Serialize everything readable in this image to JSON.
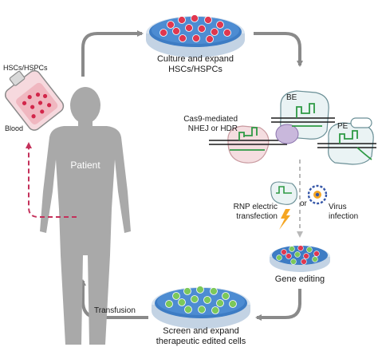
{
  "labels": {
    "culture": [
      "Culture and expand",
      "HSCs/HSPCs"
    ],
    "hscs": "HSCs/HSPCs",
    "blood": "Blood",
    "patient": "Patient",
    "be": "BE",
    "pe": "PE",
    "cas9": [
      "Cas9-mediated",
      "NHEJ or HDR"
    ],
    "rnp": [
      "RNP electric",
      "transfection"
    ],
    "or": "or",
    "virus": [
      "Virus",
      "infection"
    ],
    "gene_editing": "Gene editing",
    "transfusion": "Transfusion",
    "screen": [
      "Screen and expand",
      "therapeutic edited cells"
    ]
  },
  "colors": {
    "dish_blue": "#3d7cc4",
    "dish_rim": "#b8cfe6",
    "cell_red": "#e0384f",
    "cell_green": "#7cc85a",
    "patient_gray": "#a9a9a9",
    "arrow_gray": "#8a8a8a",
    "blood_dash": "#c4305a",
    "dna_green": "#2e9a44",
    "lightning": "#f5a623",
    "virus_blue": "#3556a8"
  },
  "icons": [
    "petri-dish-icon",
    "blood-bag-icon",
    "patient-silhouette-icon",
    "cas9-complex-icon",
    "base-editor-icon",
    "prime-editor-icon",
    "rnp-icon",
    "lightning-icon",
    "virus-icon"
  ]
}
